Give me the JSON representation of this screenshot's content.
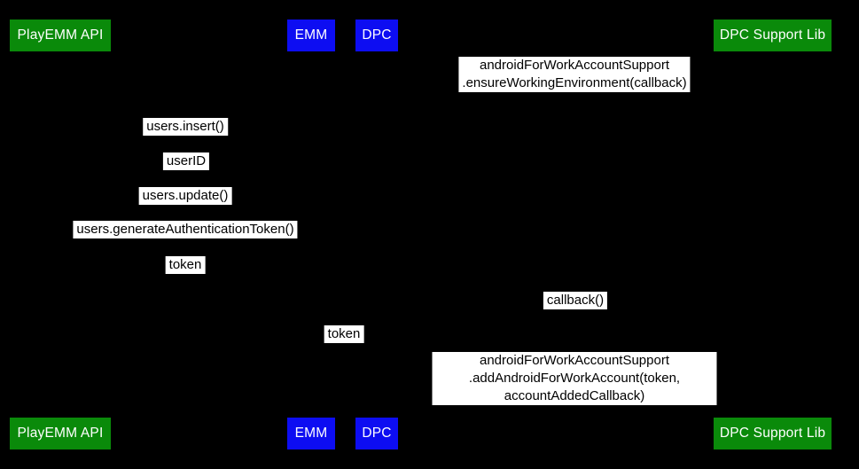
{
  "diagram": {
    "type": "sequence-diagram",
    "colors": {
      "background": "#000000",
      "actor_green": "#0a8a0a",
      "actor_blue": "#0d0df2",
      "actor_text": "#ffffff",
      "label_bg": "#ffffff",
      "label_text": "#000000"
    },
    "actors": [
      {
        "id": "playemm-api",
        "label": "PlayEMM API",
        "color": "green"
      },
      {
        "id": "emm",
        "label": "EMM",
        "color": "blue"
      },
      {
        "id": "dpc",
        "label": "DPC",
        "color": "blue"
      },
      {
        "id": "dpc-support-lib",
        "label": "DPC Support Lib",
        "color": "green"
      }
    ],
    "messages": [
      {
        "between": "dpc / dpc-support-lib",
        "text": "androidForWorkAccountSupport\n.ensureWorkingEnvironment(callback)"
      },
      {
        "between": "playemm-api / emm",
        "text": "users.insert()"
      },
      {
        "between": "playemm-api / emm",
        "text": "userID"
      },
      {
        "between": "playemm-api / emm",
        "text": "users.update()"
      },
      {
        "between": "playemm-api / emm",
        "text": "users.generateAuthenticationToken()"
      },
      {
        "between": "playemm-api / emm",
        "text": "token"
      },
      {
        "between": "dpc / dpc-support-lib",
        "text": "callback()"
      },
      {
        "between": "emm / dpc",
        "text": "token"
      },
      {
        "between": "dpc / dpc-support-lib",
        "text": "androidForWorkAccountSupport\n.addAndroidForWorkAccount(token, accountAddedCallback)"
      }
    ]
  }
}
